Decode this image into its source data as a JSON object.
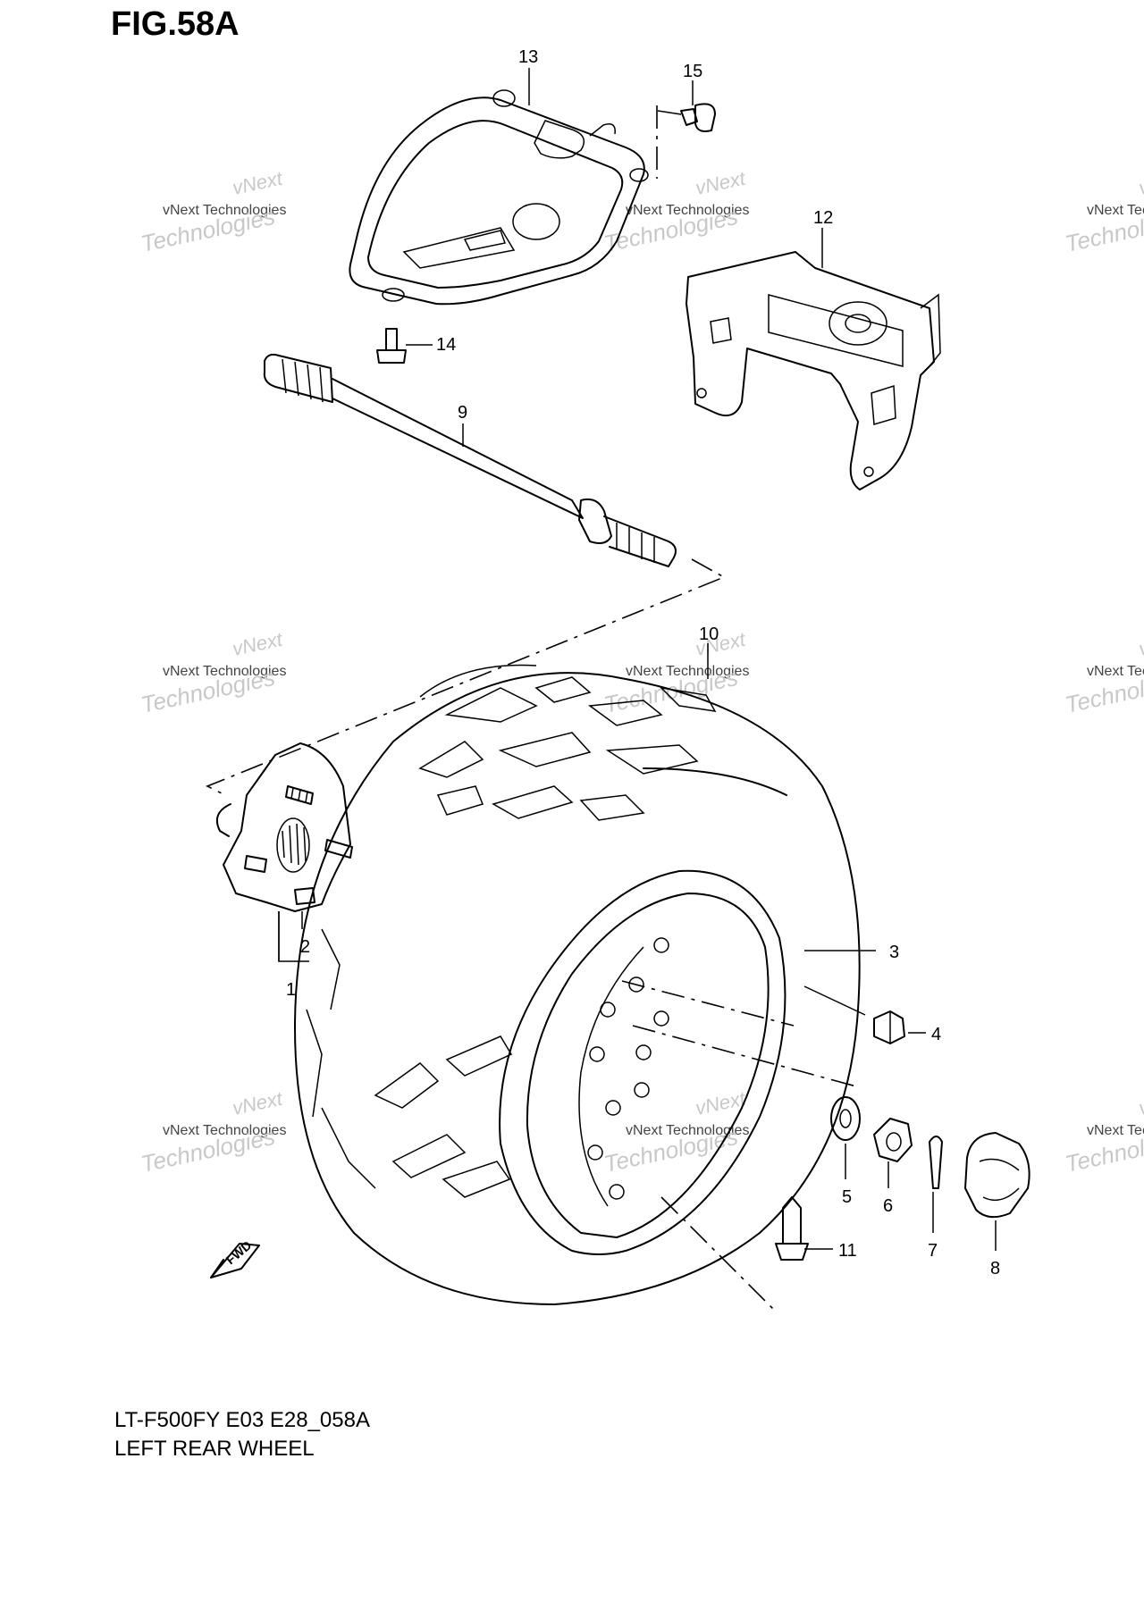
{
  "figure": {
    "title": "FIG.58A",
    "model_code": "LT-F500FY  E03  E28_058A",
    "part_group": "LEFT REAR WHEEL"
  },
  "watermark": {
    "line1": "vNext Technologies",
    "line2": "vNext",
    "line3": "Technologies"
  },
  "direction_mark": "FWD",
  "callouts": [
    {
      "id": "c1",
      "number": "1"
    },
    {
      "id": "c2",
      "number": "2"
    },
    {
      "id": "c3",
      "number": "3"
    },
    {
      "id": "c4",
      "number": "4"
    },
    {
      "id": "c5",
      "number": "5"
    },
    {
      "id": "c6",
      "number": "6"
    },
    {
      "id": "c7",
      "number": "7"
    },
    {
      "id": "c8",
      "number": "8"
    },
    {
      "id": "c9",
      "number": "9"
    },
    {
      "id": "c10",
      "number": "10"
    },
    {
      "id": "c11",
      "number": "11"
    },
    {
      "id": "c12",
      "number": "12"
    },
    {
      "id": "c13",
      "number": "13"
    },
    {
      "id": "c14",
      "number": "14"
    },
    {
      "id": "c15",
      "number": "15"
    }
  ]
}
